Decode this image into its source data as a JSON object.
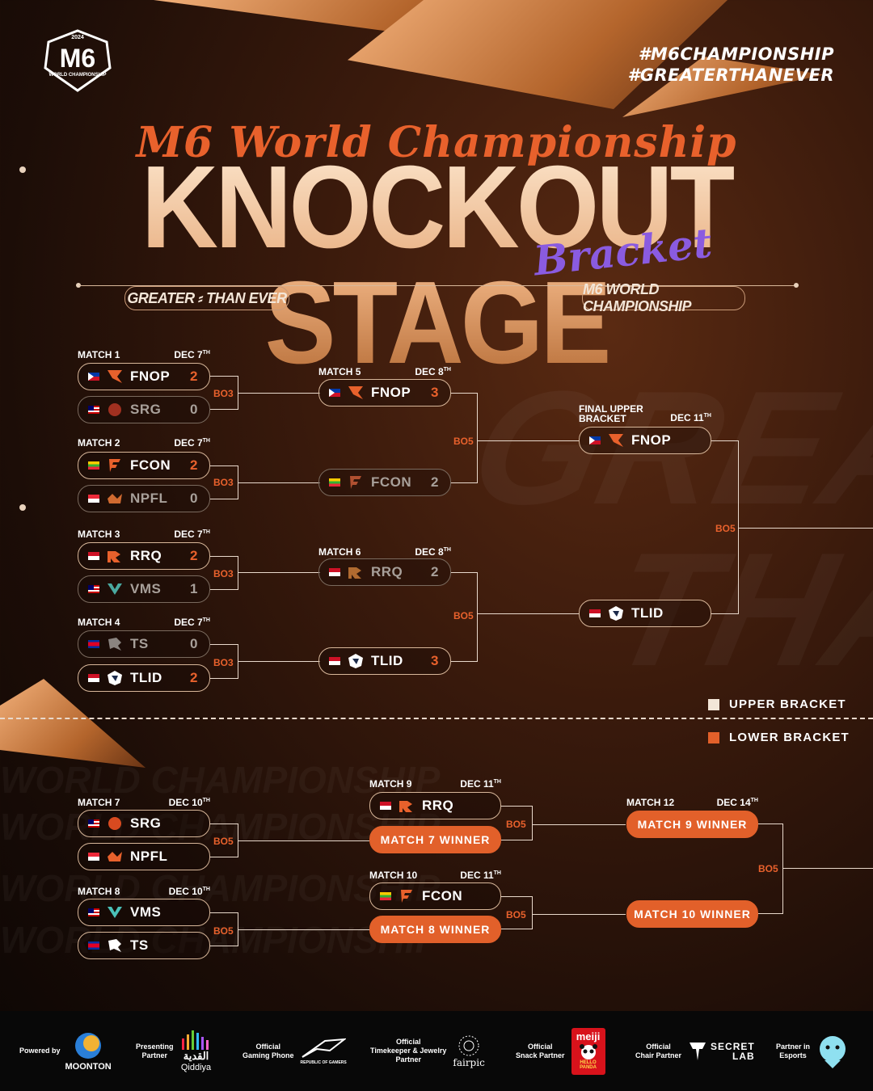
{
  "header": {
    "logo_text": "M6",
    "logo_sub": "WORLD CHAMPIONSHIP",
    "logo_year": "2024",
    "hashtag_1": "#M6CHAMPIONSHIP",
    "hashtag_2": "#GREATERTHANEVER",
    "script_title": "M6 World Championship",
    "main_title": "KNOCKOUT STAGE",
    "bracket_script": "Bracket",
    "tag_left": "GREATER ⸗ THAN EVER",
    "tag_right": "M6 WORLD CHAMPIONSHIP"
  },
  "watermark": {
    "big_1": "GREAT",
    "big_2": "THA",
    "wc": "WORLD CHAMPIONSHIP"
  },
  "colors": {
    "accent": "#e2602a",
    "upper": "#f3e6d8",
    "lower": "#e2602a"
  },
  "matches": {
    "m1": {
      "label": "MATCH 1",
      "date": "DEC 7",
      "sup": "TH",
      "bo": "BO3",
      "a": {
        "name": "FNOP",
        "score": "2",
        "flag": "ph"
      },
      "b": {
        "name": "SRG",
        "score": "0",
        "flag": "my"
      }
    },
    "m2": {
      "label": "MATCH 2",
      "date": "DEC 7",
      "sup": "TH",
      "bo": "BO3",
      "a": {
        "name": "FCON",
        "score": "2",
        "flag": "mm"
      },
      "b": {
        "name": "NPFL",
        "score": "0",
        "flag": "sg"
      }
    },
    "m3": {
      "label": "MATCH 3",
      "date": "DEC 7",
      "sup": "TH",
      "bo": "BO3",
      "a": {
        "name": "RRQ",
        "score": "2",
        "flag": "id"
      },
      "b": {
        "name": "VMS",
        "score": "1",
        "flag": "my"
      }
    },
    "m4": {
      "label": "MATCH 4",
      "date": "DEC 7",
      "sup": "TH",
      "bo": "BO3",
      "a": {
        "name": "TS",
        "score": "0",
        "flag": "kh"
      },
      "b": {
        "name": "TLID",
        "score": "2",
        "flag": "id"
      }
    },
    "m5": {
      "label": "MATCH 5",
      "date": "DEC 8",
      "sup": "TH",
      "bo": "BO5",
      "a": {
        "name": "FNOP",
        "score": "3",
        "flag": "ph"
      },
      "b": {
        "name": "FCON",
        "score": "2",
        "flag": "mm"
      }
    },
    "m6": {
      "label": "MATCH 6",
      "date": "DEC 8",
      "sup": "TH",
      "bo": "BO5",
      "a": {
        "name": "RRQ",
        "score": "2",
        "flag": "id"
      },
      "b": {
        "name": "TLID",
        "score": "3",
        "flag": "id"
      }
    },
    "fub": {
      "label": "FINAL UPPER BRACKET",
      "date": "DEC 11",
      "sup": "TH",
      "bo": "BO5",
      "a": {
        "name": "FNOP",
        "flag": "ph"
      },
      "b": {
        "name": "TLID",
        "flag": "id"
      }
    },
    "m7": {
      "label": "MATCH 7",
      "date": "DEC 10",
      "sup": "TH",
      "bo": "BO5",
      "a": {
        "name": "SRG",
        "flag": "my"
      },
      "b": {
        "name": "NPFL",
        "flag": "sg"
      }
    },
    "m8": {
      "label": "MATCH 8",
      "date": "DEC 10",
      "sup": "TH",
      "bo": "BO5",
      "a": {
        "name": "VMS",
        "flag": "my"
      },
      "b": {
        "name": "TS",
        "flag": "kh"
      }
    },
    "m9": {
      "label": "MATCH 9",
      "date": "DEC 11",
      "sup": "TH",
      "bo": "BO5",
      "a": {
        "name": "RRQ",
        "flag": "id"
      },
      "b": {
        "name": "MATCH 7 WINNER"
      }
    },
    "m10": {
      "label": "MATCH 10",
      "date": "DEC 11",
      "sup": "TH",
      "bo": "BO5",
      "a": {
        "name": "FCON",
        "flag": "mm"
      },
      "b": {
        "name": "MATCH 8 WINNER"
      }
    },
    "m12": {
      "label": "MATCH 12",
      "date": "DEC 14",
      "sup": "TH",
      "bo": "BO5",
      "a": {
        "name": "MATCH 9 WINNER"
      },
      "b": {
        "name": "MATCH 10 WINNER"
      }
    }
  },
  "legend": {
    "upper": "UPPER BRACKET",
    "lower": "LOWER BRACKET"
  },
  "footer": {
    "powered_by": "Powered by",
    "moonton": "MOONTON",
    "presenting": "Presenting\nPartner",
    "qiddiya_ar": "القدية",
    "qiddiya": "Qiddiya",
    "gaming_phone": "Official\nGaming Phone",
    "rog": "REPUBLIC OF GAMERS",
    "timekeeper": "Official\nTimekeeper & Jewelry\nPartner",
    "fairpic": "fairpic",
    "snack": "Official\nSnack Partner",
    "meiji": "meiji",
    "hello_panda": "HELLO PANDA",
    "chair": "Official\nChair Partner",
    "secretlab_1": "SECRET",
    "secretlab_2": "LAB",
    "esports": "Partner in\nEsports"
  }
}
